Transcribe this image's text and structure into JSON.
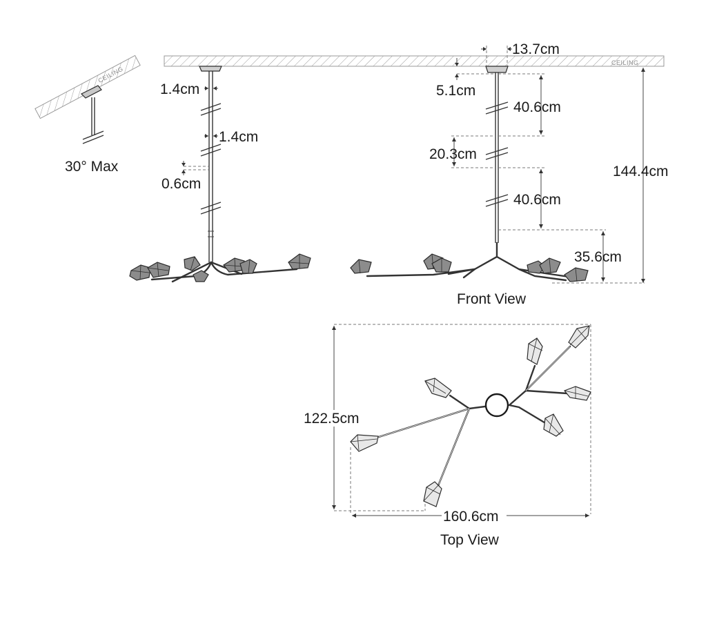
{
  "labels": {
    "ceiling_main": "CEILING",
    "ceiling_sloped": "CEILING",
    "slope_max": "30° Max",
    "front_view": "Front View",
    "top_view": "Top View"
  },
  "dimensions": {
    "canopy_width": "13.7cm",
    "side_rod_diameter": "1.4cm",
    "side_rod_diameter_2": "1.4cm",
    "side_joint_gap": "0.6cm",
    "canopy_height": "5.1cm",
    "rod_segment_1": "40.6cm",
    "rod_segment_2": "20.3cm",
    "rod_segment_3": "40.6cm",
    "fixture_height": "35.6cm",
    "overall_height": "144.4cm",
    "top_depth": "122.5cm",
    "top_width": "160.6cm"
  }
}
